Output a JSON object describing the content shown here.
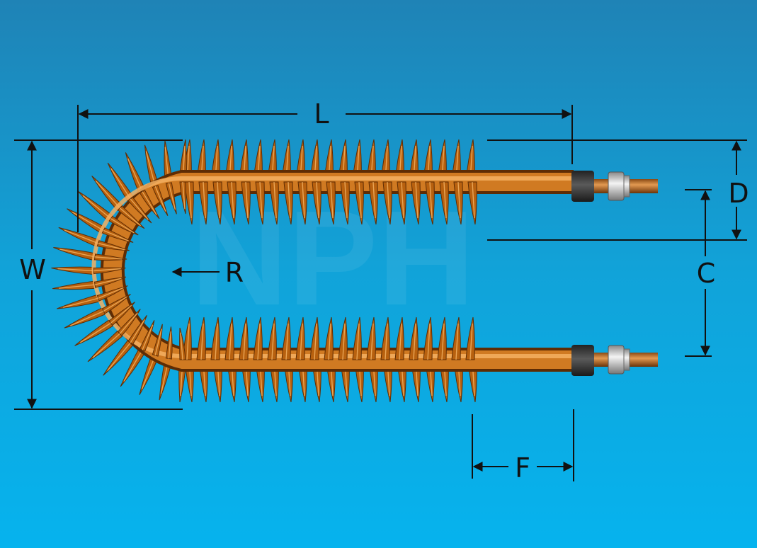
{
  "dimensions": {
    "length": "L",
    "width": "W",
    "radius": "R",
    "d_offset": "D",
    "center_spacing": "C",
    "fin_free_length": "F"
  },
  "watermark": "NPH",
  "colors": {
    "background_top": "#1f83b6",
    "background_bottom": "#06b3ee",
    "copper": "#c96b10",
    "copper_light": "#f0a24a",
    "copper_dark": "#6e3305",
    "dimension_lines": "#111111"
  }
}
